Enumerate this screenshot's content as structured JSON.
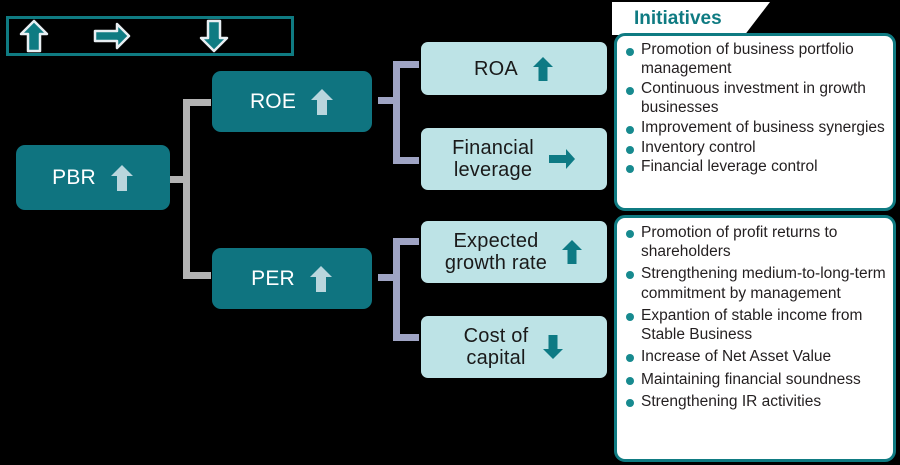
{
  "legend": {
    "name": "arrow-legend",
    "items": [
      {
        "icon": "arrow-up-icon",
        "direction": "up"
      },
      {
        "icon": "arrow-right-icon",
        "direction": "right"
      },
      {
        "icon": "arrow-down-icon",
        "direction": "down"
      }
    ]
  },
  "colors": {
    "dark_teal": "#0f7480",
    "border_teal": "#0f7b82",
    "light_teal": "#bde3e6",
    "arrow_light": "#b9d6dd",
    "bracket_grey": "#b3b3b3",
    "bracket_lavender": "#9fa4c4",
    "bullet_teal": "#178a8f",
    "text_dark": "#231f20",
    "background": "#000000"
  },
  "nodes": {
    "pbr": {
      "label": "PBR",
      "arrow": "arrow-up-icon",
      "style": "dark"
    },
    "roe": {
      "label": "ROE",
      "arrow": "arrow-up-icon",
      "style": "dark"
    },
    "per": {
      "label": "PER",
      "arrow": "arrow-up-icon",
      "style": "dark"
    },
    "roa": {
      "label": "ROA",
      "arrow": "arrow-up-icon",
      "style": "light"
    },
    "financial_leverage": {
      "label": "Financial\nleverage",
      "arrow": "arrow-right-icon",
      "style": "light"
    },
    "expected_growth_rate": {
      "label": "Expected\ngrowth rate",
      "arrow": "arrow-up-icon",
      "style": "light"
    },
    "cost_of_capital": {
      "label": "Cost of\ncapital",
      "arrow": "arrow-down-icon",
      "style": "light"
    }
  },
  "initiatives": {
    "tab_label": "Initiatives",
    "boxes": [
      {
        "items": [
          "Promotion of business portfolio management",
          "Continuous investment in growth businesses",
          "Improvement of business synergies",
          "Inventory control",
          "Financial leverage control"
        ]
      },
      {
        "items": [
          "Promotion of profit returns to shareholders",
          "Strengthening medium-to-long-term commitment by management",
          "Expantion of stable income from Stable Business",
          "Increase of Net Asset Value",
          "Maintaining financial soundness",
          "Strengthening IR activities"
        ]
      }
    ]
  }
}
